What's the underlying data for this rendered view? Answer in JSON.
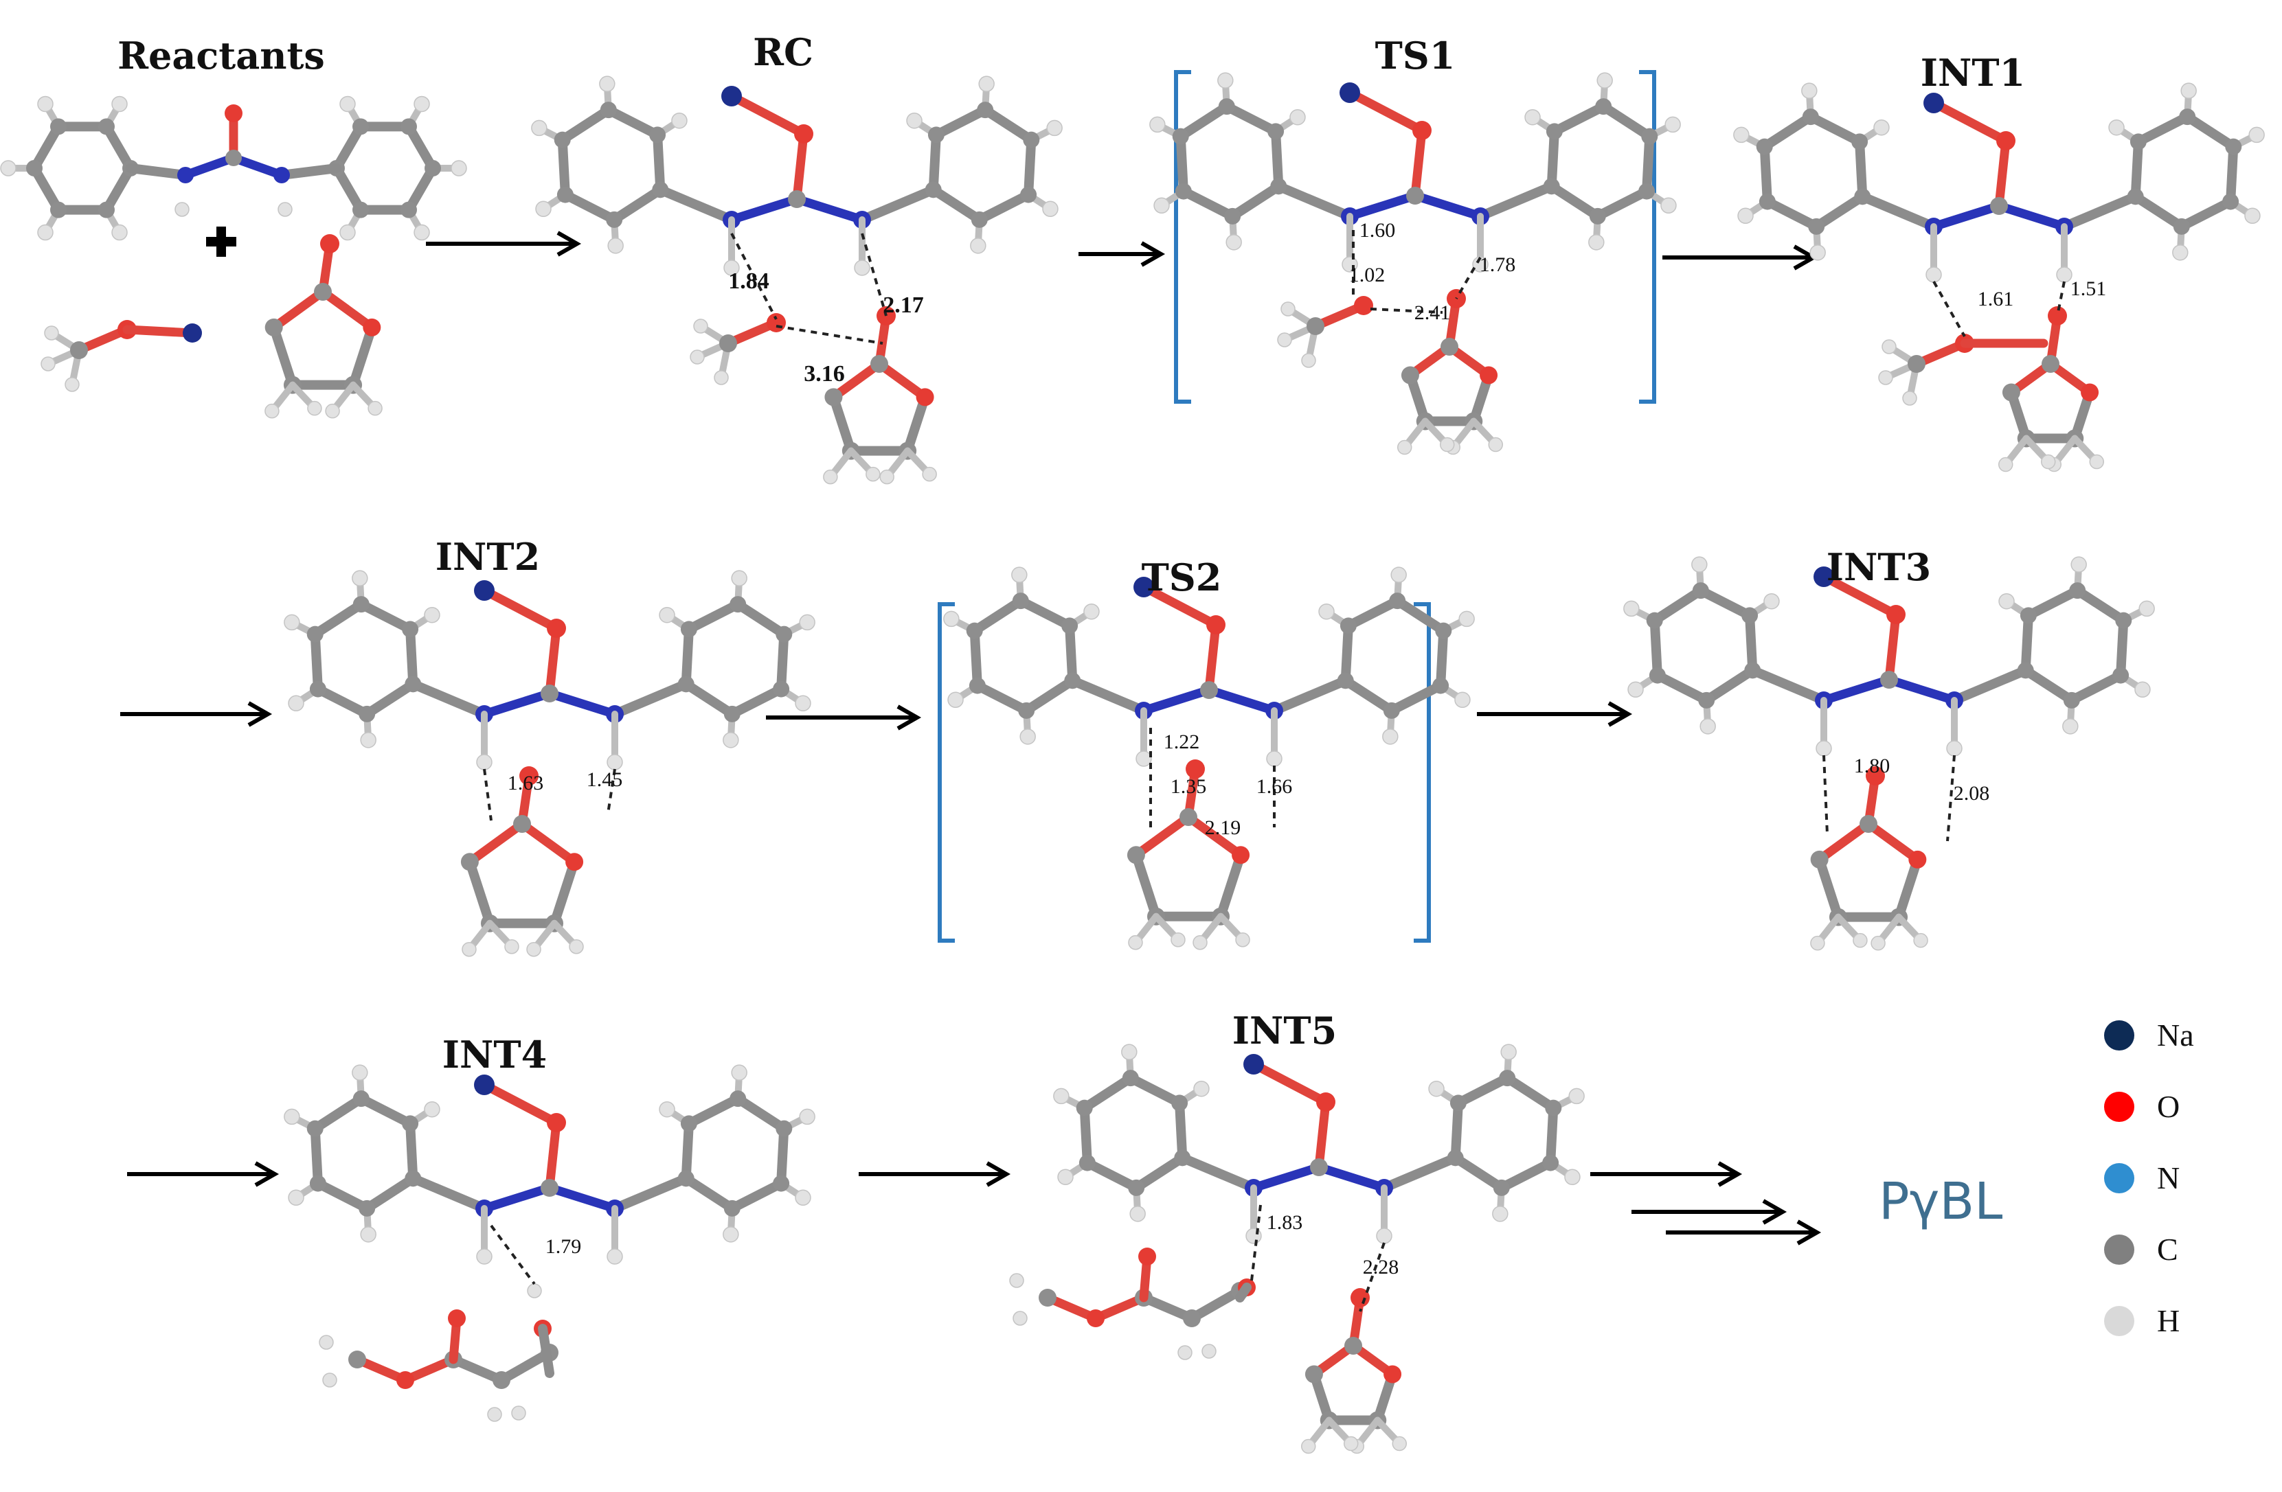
{
  "stages": [
    {
      "id": "reactants",
      "title": "Reactants"
    },
    {
      "id": "rc",
      "title": "RC",
      "distances": [
        "1.84",
        "2.17",
        "3.16"
      ]
    },
    {
      "id": "ts1",
      "title": "TS1",
      "distances": [
        "1.60",
        "1.78",
        "1.02",
        "2.41"
      ]
    },
    {
      "id": "int1",
      "title": "INT1",
      "distances": [
        "1.61",
        "1.51"
      ]
    },
    {
      "id": "int2",
      "title": "INT2",
      "distances": [
        "1.63",
        "1.45"
      ]
    },
    {
      "id": "ts2",
      "title": "TS2",
      "distances": [
        "1.22",
        "1.35",
        "1.66",
        "2.19"
      ]
    },
    {
      "id": "int3",
      "title": "INT3",
      "distances": [
        "1.80",
        "2.08"
      ]
    },
    {
      "id": "int4",
      "title": "INT4",
      "distances": [
        "1.79"
      ]
    },
    {
      "id": "int5",
      "title": "INT5",
      "distances": [
        "1.83",
        "2.28"
      ]
    }
  ],
  "product": "PγBL",
  "legend": [
    {
      "label": "Na",
      "color": "#0d2b55"
    },
    {
      "label": "O",
      "color": "#ff0000"
    },
    {
      "label": "N",
      "color": "#2f8ed0"
    },
    {
      "label": "C",
      "color": "#808080"
    },
    {
      "label": "H",
      "color": "#d9d9d9"
    }
  ]
}
